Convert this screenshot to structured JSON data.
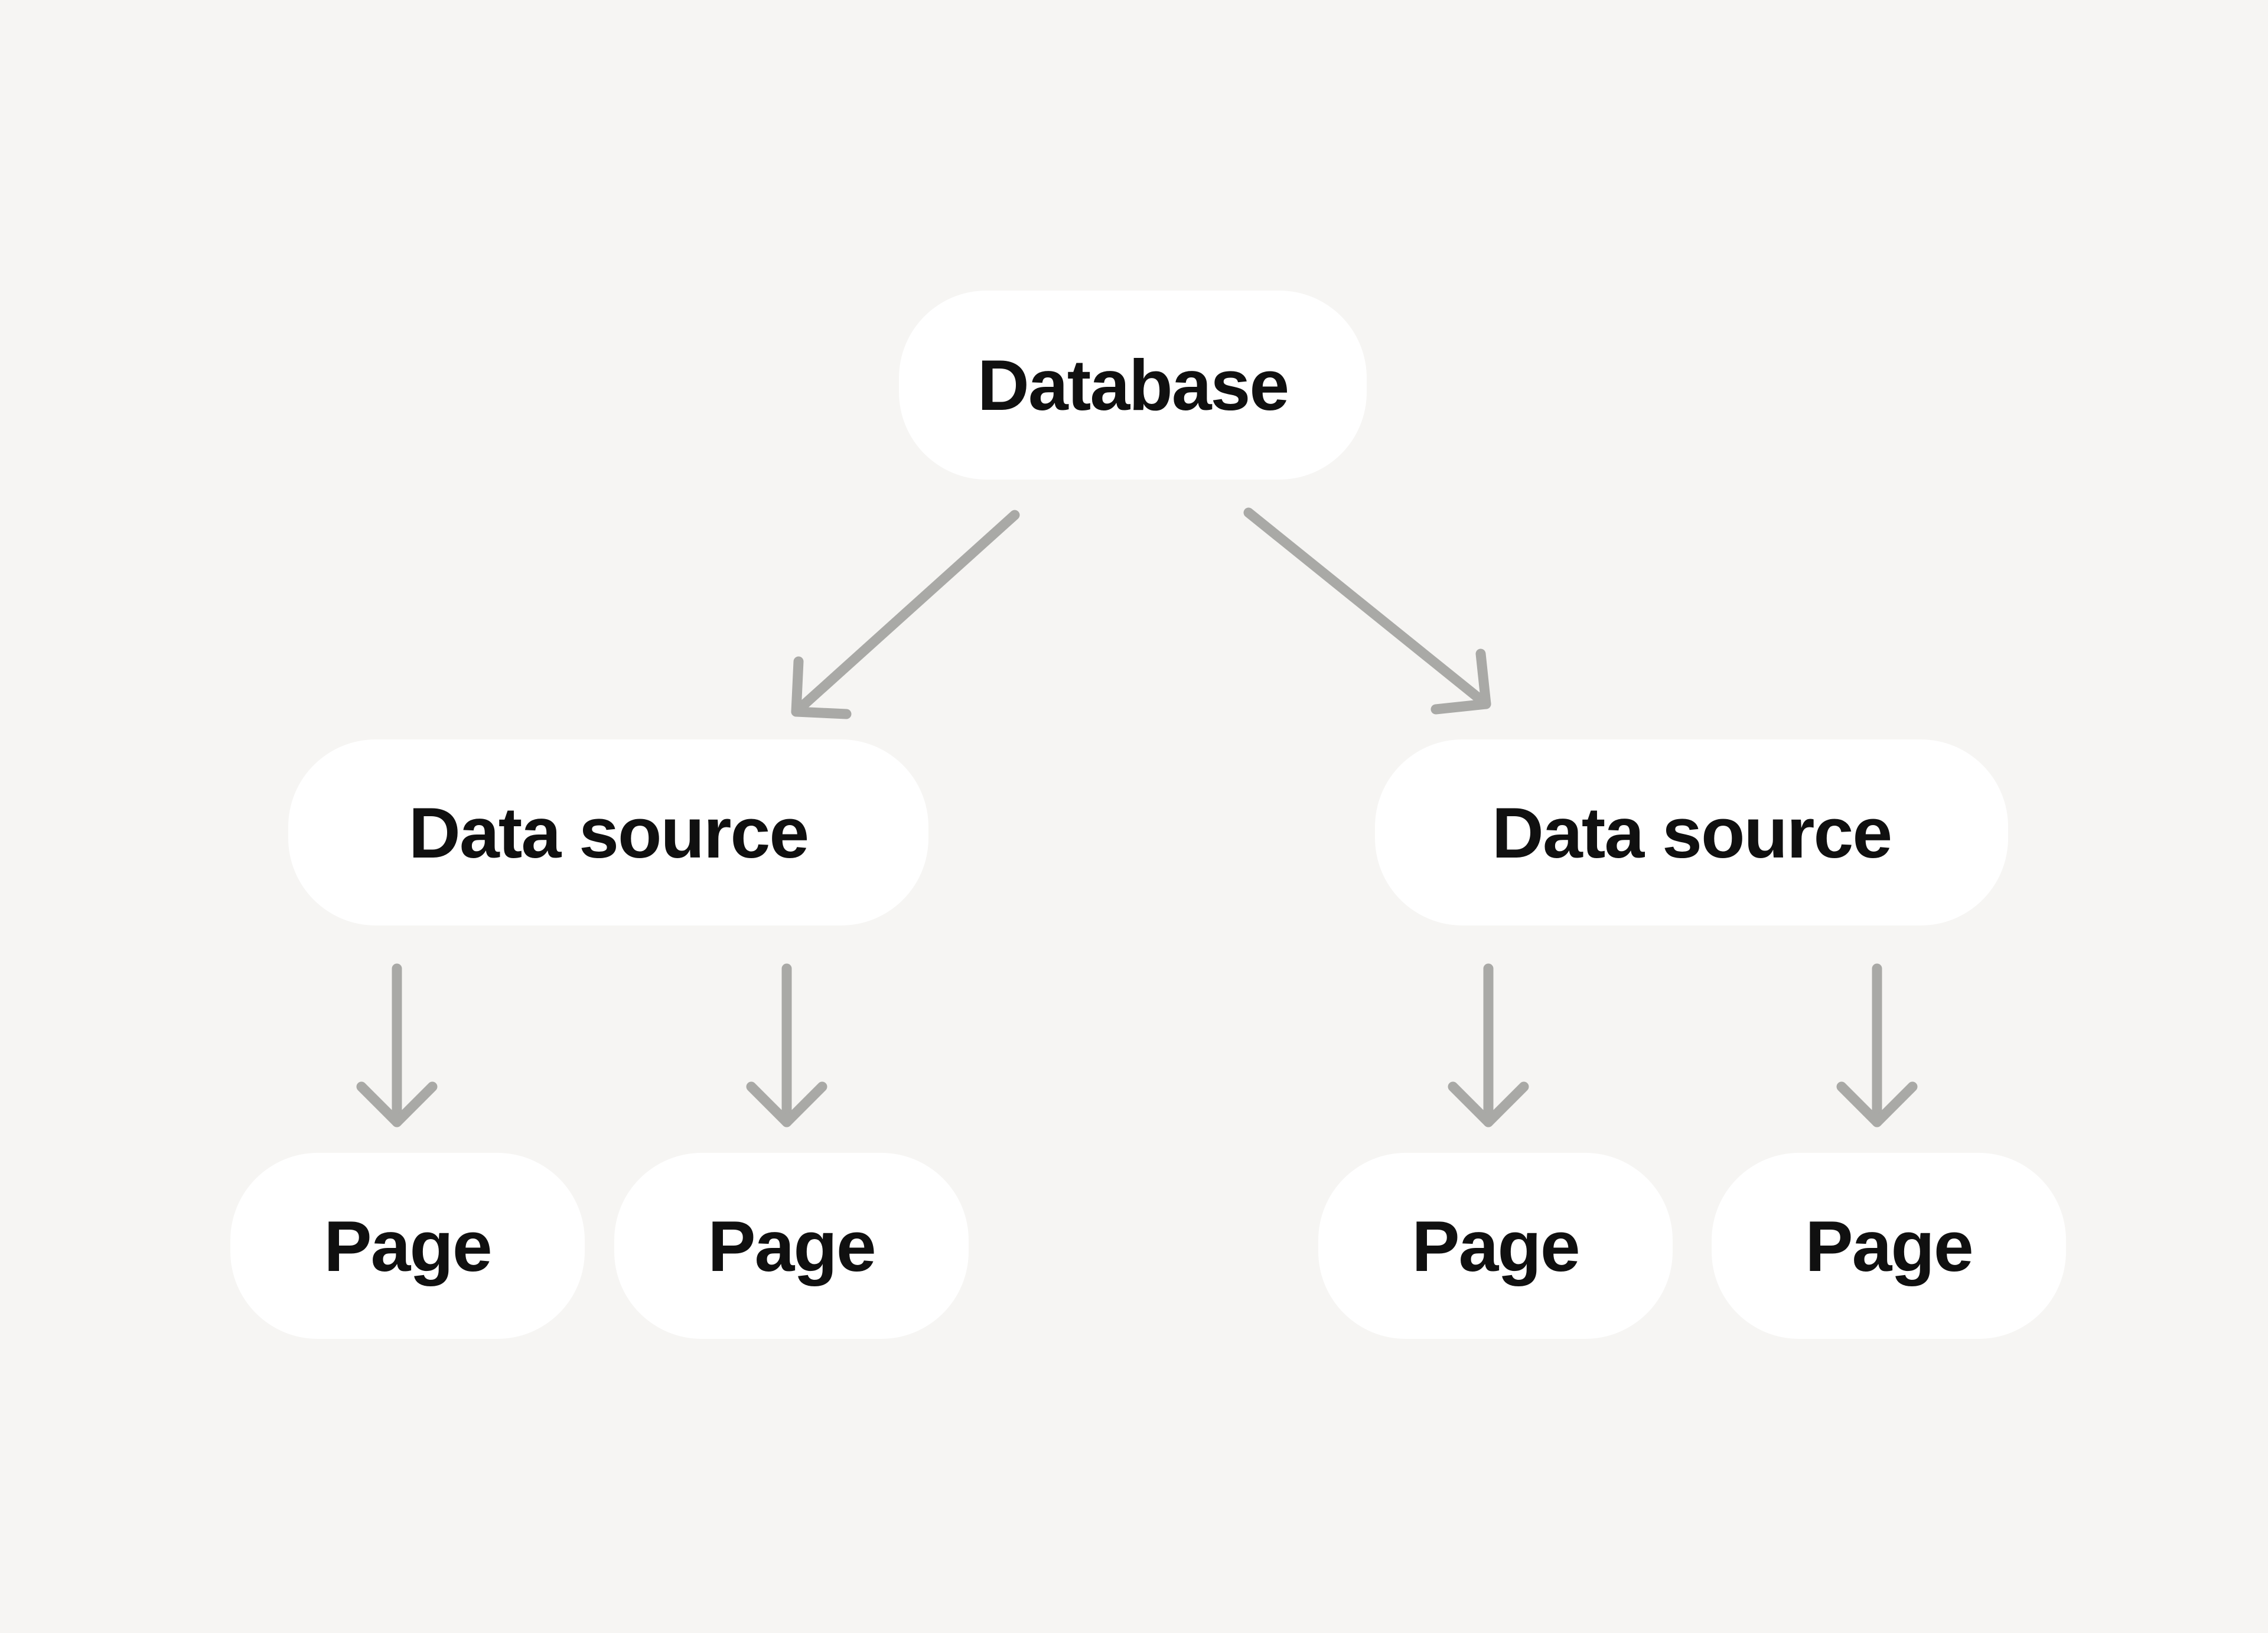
{
  "colors": {
    "background": "#f6f5f3",
    "node_fill": "#ffffff",
    "label_text": "#101010",
    "arrow": "#a9a9a6"
  },
  "nodes": {
    "database": {
      "label": "Database"
    },
    "data_source_left": {
      "label": "Data source"
    },
    "data_source_right": {
      "label": "Data source"
    },
    "page_1": {
      "label": "Page"
    },
    "page_2": {
      "label": "Page"
    },
    "page_3": {
      "label": "Page"
    },
    "page_4": {
      "label": "Page"
    }
  },
  "edges": [
    {
      "from": "database",
      "to": "data_source_left"
    },
    {
      "from": "database",
      "to": "data_source_right"
    },
    {
      "from": "data_source_left",
      "to": "page_1"
    },
    {
      "from": "data_source_left",
      "to": "page_2"
    },
    {
      "from": "data_source_right",
      "to": "page_3"
    },
    {
      "from": "data_source_right",
      "to": "page_4"
    }
  ]
}
